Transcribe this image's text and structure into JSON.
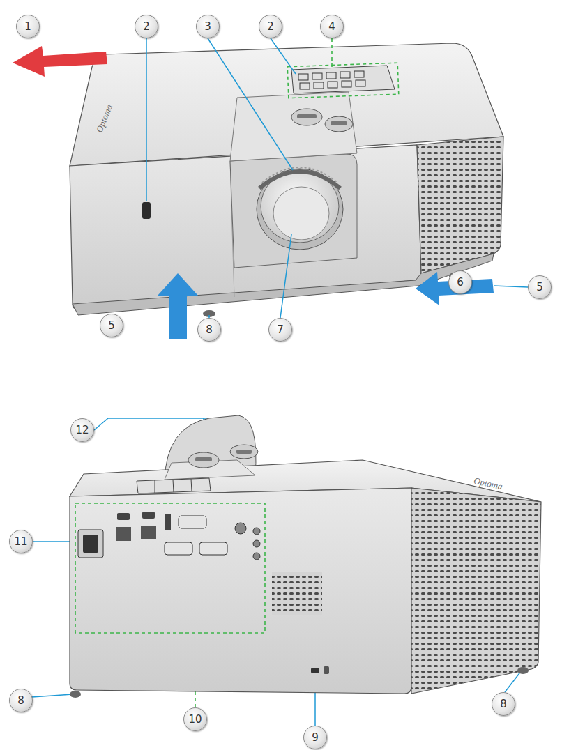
{
  "diagram": {
    "labels": [
      "1",
      "2",
      "3",
      "2",
      "4",
      "5",
      "5",
      "6",
      "8",
      "7",
      "Optoma",
      "12",
      "11",
      "8",
      "10",
      "9",
      "8",
      "Optoma"
    ]
  }
}
